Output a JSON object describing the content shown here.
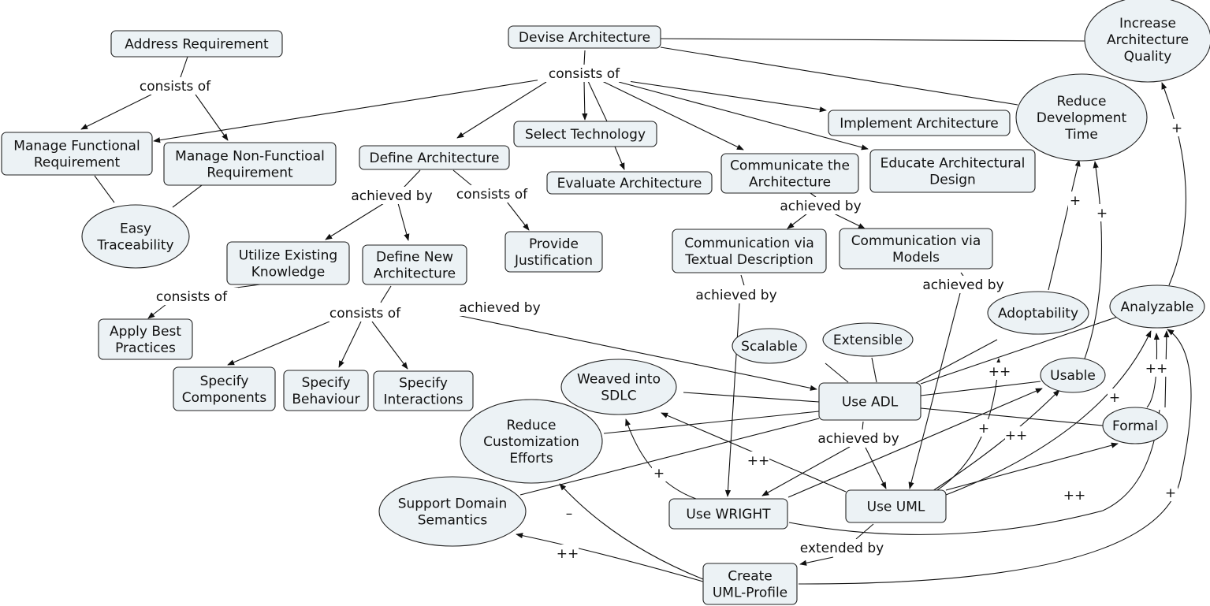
{
  "nodes": [
    {
      "id": "devise",
      "text": "Devise Architecture"
    },
    {
      "id": "increase",
      "text": "Increase\nArchitecture\nQuality"
    },
    {
      "id": "address",
      "text": "Address Requirement"
    },
    {
      "id": "mfr",
      "text": "Manage Functional\nRequirement"
    },
    {
      "id": "mnfr",
      "text": "Manage Non-Functioal\nRequirement"
    },
    {
      "id": "trace",
      "text": "Easy\nTraceability"
    },
    {
      "id": "define",
      "text": "Define Architecture"
    },
    {
      "id": "select",
      "text": "Select Technology"
    },
    {
      "id": "evaluate",
      "text": "Evaluate Architecture"
    },
    {
      "id": "communicate",
      "text": "Communicate the\nArchitecture"
    },
    {
      "id": "implement",
      "text": "Implement Architecture"
    },
    {
      "id": "educate",
      "text": "Educate Architectural\nDesign"
    },
    {
      "id": "reducedev",
      "text": "Reduce\nDevelopment\nTime"
    },
    {
      "id": "utilize",
      "text": "Utilize Existing\nKnowledge"
    },
    {
      "id": "definenew",
      "text": "Define New\nArchitecture"
    },
    {
      "id": "justify",
      "text": "Provide\nJustification"
    },
    {
      "id": "commtext",
      "text": "Communication via\nTextual Description"
    },
    {
      "id": "commmodels",
      "text": "Communication via\nModels"
    },
    {
      "id": "bestpractices",
      "text": "Apply Best\nPractices"
    },
    {
      "id": "components",
      "text": "Specify\nComponents"
    },
    {
      "id": "behaviour",
      "text": "Specify\nBehaviour"
    },
    {
      "id": "interactions",
      "text": "Specify\nInteractions"
    },
    {
      "id": "scalable",
      "text": "Scalable"
    },
    {
      "id": "extensible",
      "text": "Extensible"
    },
    {
      "id": "adoptability",
      "text": "Adoptability"
    },
    {
      "id": "analyzable",
      "text": "Analyzable"
    },
    {
      "id": "weaved",
      "text": "Weaved into\nSDLC"
    },
    {
      "id": "useadl",
      "text": "Use ADL"
    },
    {
      "id": "usable",
      "text": "Usable"
    },
    {
      "id": "customization",
      "text": "Reduce\nCustomization\nEfforts"
    },
    {
      "id": "formal",
      "text": "Formal"
    },
    {
      "id": "domain",
      "text": "Support Domain\nSemantics"
    },
    {
      "id": "wright",
      "text": "Use WRIGHT"
    },
    {
      "id": "useuml",
      "text": "Use UML"
    },
    {
      "id": "profile",
      "text": "Create\nUML-Profile"
    }
  ],
  "linking_phrases": [
    {
      "id": "consists_devise",
      "text": "consists of"
    },
    {
      "id": "consists_address",
      "text": "consists of"
    },
    {
      "id": "achieved_define",
      "text": "achieved by"
    },
    {
      "id": "consists_define",
      "text": "consists of"
    },
    {
      "id": "achieved_comm",
      "text": "achieved by"
    },
    {
      "id": "consists_utilize",
      "text": "consists of"
    },
    {
      "id": "consists_definenew",
      "text": "consists of"
    },
    {
      "id": "achieved_definenew",
      "text": "achieved by"
    },
    {
      "id": "achieved_commtext",
      "text": "achieved by"
    },
    {
      "id": "achieved_commmodels",
      "text": "achieved by"
    },
    {
      "id": "achieved_adl",
      "text": "achieved by"
    },
    {
      "id": "extended_by",
      "text": "extended by"
    }
  ],
  "edge_labels": [
    {
      "id": "pl_increase",
      "text": "+"
    },
    {
      "id": "pl_adopt_dev",
      "text": "+"
    },
    {
      "id": "pl_usable_dev",
      "text": "+"
    },
    {
      "id": "pl_uml_adopt",
      "text": "++"
    },
    {
      "id": "pl_wright_usable",
      "text": "+"
    },
    {
      "id": "pl_uml_usable",
      "text": "++"
    },
    {
      "id": "pl_uml_analyz",
      "text": "+"
    },
    {
      "id": "pl_formal_analyz",
      "text": "++"
    },
    {
      "id": "pl_wright_weaved",
      "text": "+"
    },
    {
      "id": "pl_uml_weaved",
      "text": "++"
    },
    {
      "id": "pl_profile_formal",
      "text": "++"
    },
    {
      "id": "pl_profile_analyz",
      "text": "+"
    },
    {
      "id": "pl_profile_cust",
      "text": "–"
    },
    {
      "id": "pl_profile_domain",
      "text": "++"
    }
  ]
}
